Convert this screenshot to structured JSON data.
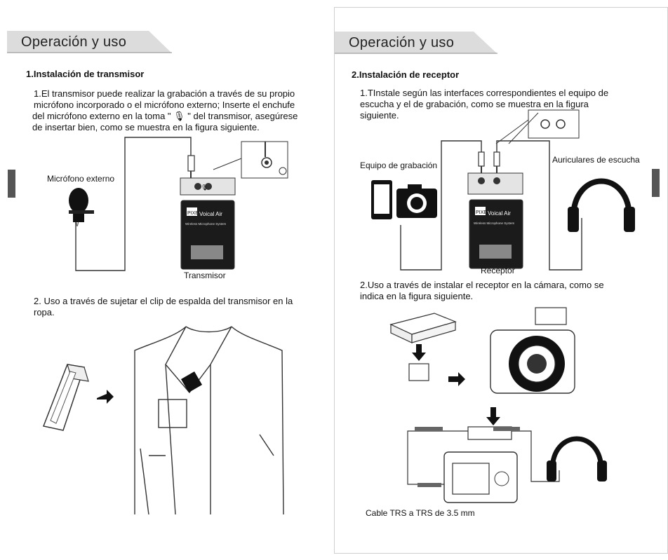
{
  "left": {
    "header": "Operación y uso",
    "section1": "1.Instalación de transmisor",
    "para1": [
      "1.El transmisor puede realizar la grabación a través de su propio",
      "micrófono incorporado o el micrófono externo; Inserte el enchufe",
      "del micrófono externo en la toma \" 🎙 \" del transmisor, asegúrese",
      "de insertar bien, como se muestra en la figura siguiente."
    ],
    "label_mic": "Micrófono externo",
    "label_transmitter": "Transmisor",
    "para2": [
      "2. Uso a través de sujetar el clip de espalda del transmisor en la",
      "ropa."
    ],
    "device_brand": "PIXEL",
    "device_model": "Voical Air",
    "device_subtitle": "Wireless Microphone System"
  },
  "right": {
    "header": "Operación y uso",
    "section2": "2.Instalación de receptor",
    "para1": [
      "1.TInstale según las interfaces correspondientes el equipo de",
      "escucha y el de grabación, como se muestra en la figura",
      "siguiente."
    ],
    "label_recording": "Equipo de grabación",
    "label_headphones": "Auriculares de escucha",
    "label_receiver": "Receptor",
    "para2": [
      "2.Uso a través de instalar el receptor en la cámara, como se",
      "indica en la figura siguiente."
    ],
    "label_cable": "Cable TRS a TRS de 3.5 mm",
    "device_brand": "PIXEL",
    "device_model": "Voical Air",
    "device_subtitle": "Wireless Microphone System"
  }
}
